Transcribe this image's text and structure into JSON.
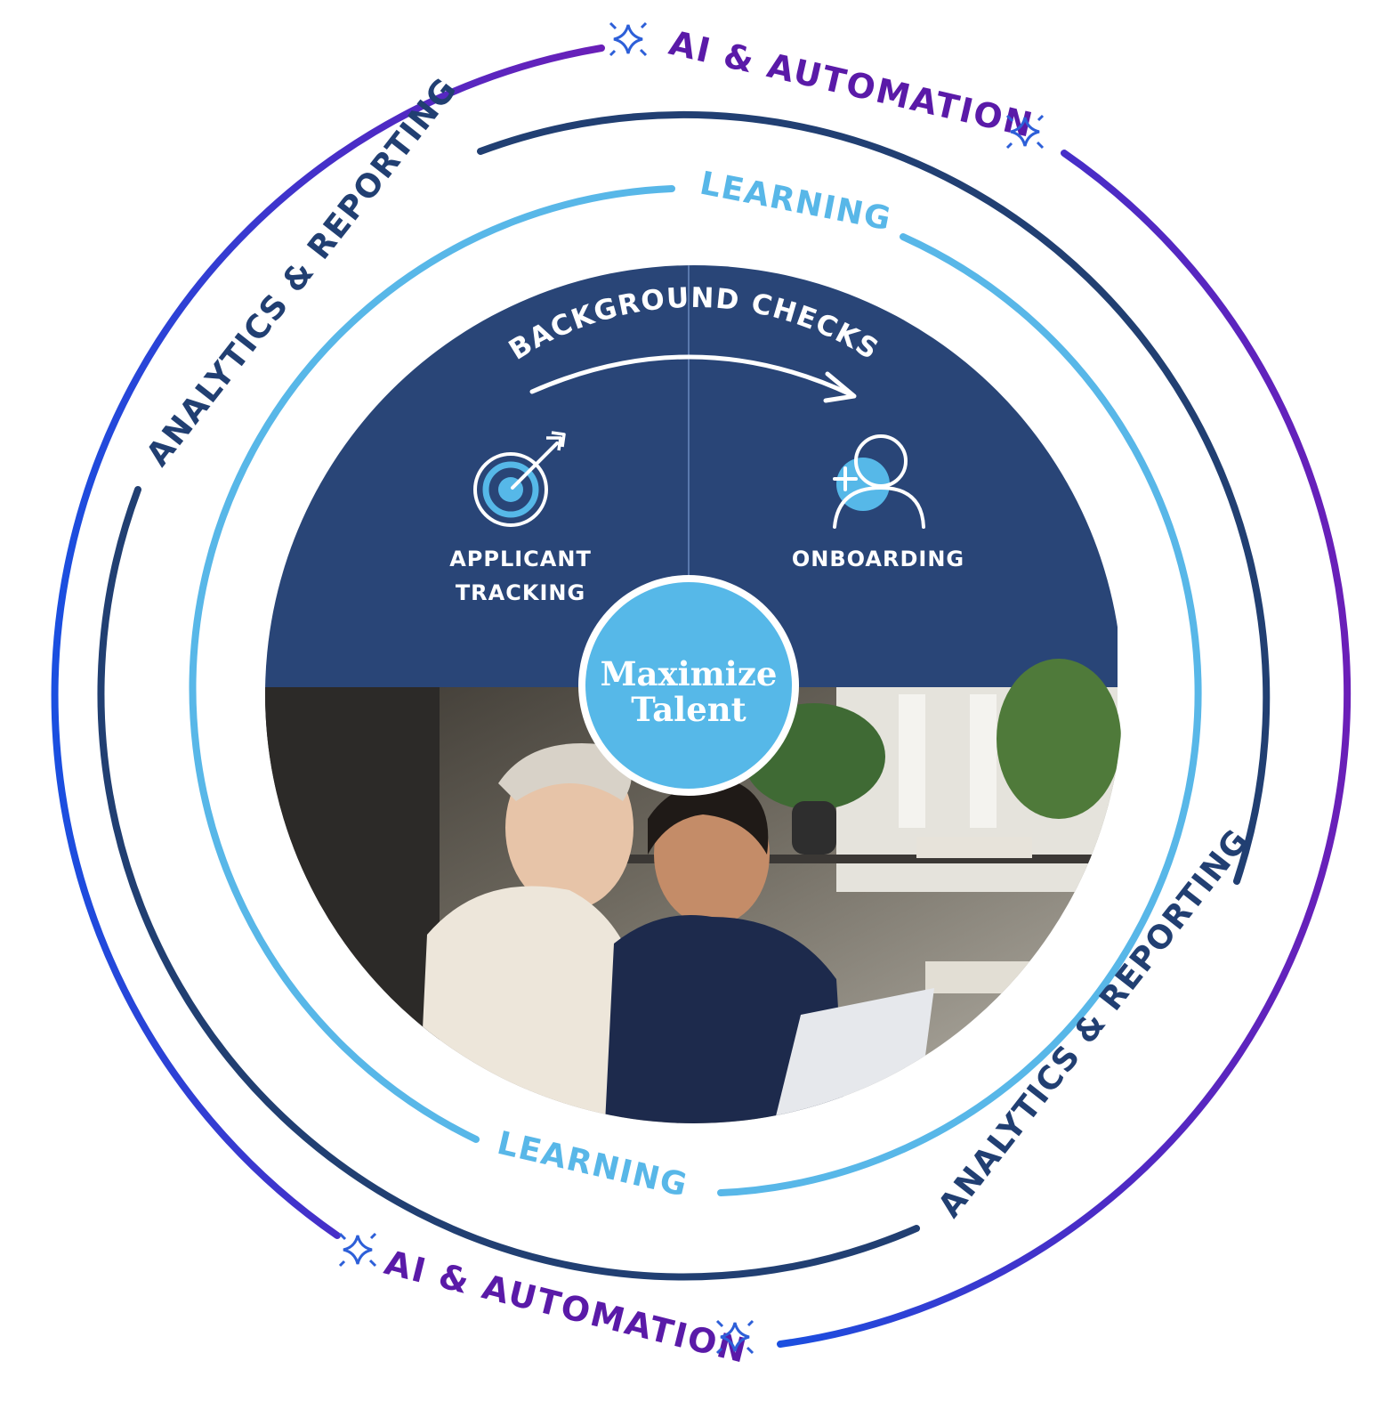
{
  "rings": {
    "outer": {
      "label": "AI & AUTOMATION",
      "color_start": "#1e4fd8",
      "color_end": "#6a1fb8",
      "text_color": "#5a1aa8",
      "sparkle_icon": "sparkle-icon"
    },
    "middle": {
      "label": "ANALYTICS & REPORTING",
      "color": "#213f72"
    },
    "inner": {
      "label": "LEARNING",
      "color": "#58b7e8"
    }
  },
  "core": {
    "panel_color": "#294577",
    "arrow_label": "BACKGROUND CHECKS",
    "left": {
      "icon": "target-arrow-icon",
      "line1": "APPLICANT",
      "line2": "TRACKING"
    },
    "right": {
      "icon": "add-user-icon",
      "label": "ONBOARDING"
    },
    "photo": {
      "description_icon": "team-photo"
    }
  },
  "hub": {
    "line1": "Maximize",
    "line2": "Talent",
    "color": "#56b8e8"
  }
}
